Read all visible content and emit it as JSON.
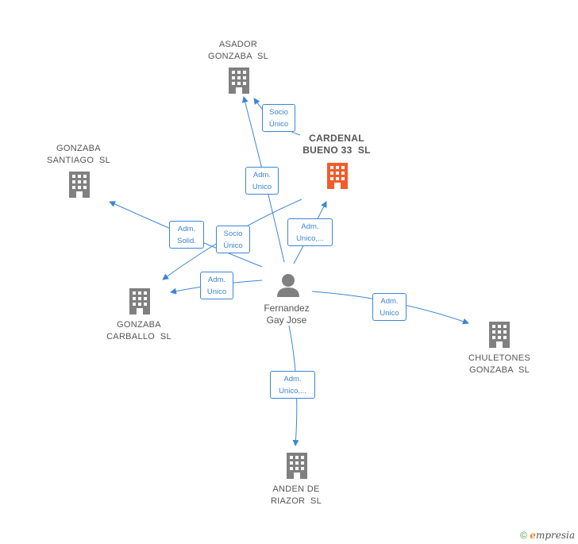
{
  "colors": {
    "edge": "#3d85d6",
    "building": "#808080",
    "highlight": "#f25c2b",
    "person": "#808080"
  },
  "person": {
    "name": "Fernandez\nGay Jose",
    "icon": "person-icon"
  },
  "companies": {
    "asador": {
      "name": "ASADOR\nGONZABA  SL",
      "icon": "building-icon"
    },
    "cardenal": {
      "name": "CARDENAL\nBUENO 33  SL",
      "icon": "building-icon",
      "highlighted": true
    },
    "santiago": {
      "name": "GONZABA\nSANTIAGO  SL",
      "icon": "building-icon"
    },
    "carballo": {
      "name": "GONZABA\nCARBALLO  SL",
      "icon": "building-icon"
    },
    "chuletones": {
      "name": "CHULETONES\nGONZABA  SL",
      "icon": "building-icon"
    },
    "anden": {
      "name": "ANDEN DE\nRIAZOR  SL",
      "icon": "building-icon"
    }
  },
  "relations": {
    "cardenal_asador": "Socio\nÚnico",
    "person_asador": "Adm.\nUnico",
    "person_santiago": "Adm.\nSolid.",
    "cardenal_carballo": "Socio\nÚnico",
    "person_cardenal": "Adm.\nUnico,...",
    "person_carballo": "Adm.\nUnico",
    "person_chuletones": "Adm.\nUnico",
    "person_anden": "Adm.\nUnico,..."
  },
  "footer": {
    "copyright": "©",
    "brand_initial": "e",
    "brand_rest": "mpresia"
  }
}
